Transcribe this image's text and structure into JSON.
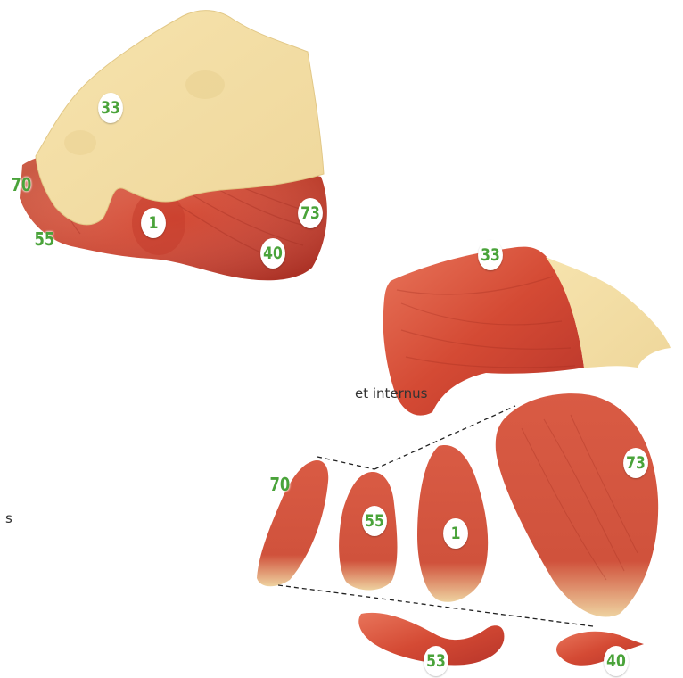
{
  "side_text": {
    "line1": "et internus",
    "line2": "s"
  },
  "labels": {
    "top_33": "33",
    "top_70": "70",
    "top_55": "55",
    "top_1": "1",
    "top_73": "73",
    "top_40": "40",
    "exp_33": "33",
    "exp_70": "70",
    "exp_55": "55",
    "exp_1": "1",
    "exp_73": "73",
    "exp_53": "53",
    "exp_40": "40"
  },
  "colors": {
    "label_green": "#4aa33a",
    "bone": "#f3dea4",
    "muscle": "#d9503a",
    "muscle_dark": "#b83224"
  }
}
